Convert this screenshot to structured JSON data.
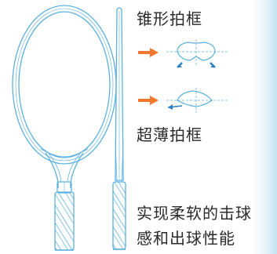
{
  "labels": {
    "tapered_frame": "锥形拍框",
    "thin_frame": "超薄拍框",
    "caption_line1": "实现柔软的击球",
    "caption_line2": "感和出球性能"
  },
  "colors": {
    "line": "#5bb1de",
    "accent_arrow": "#f0772b",
    "dark_arrow": "#2b7fc1",
    "text": "#2a2a2a"
  },
  "icons": [
    "right-arrow-icon",
    "right-arrow-icon"
  ]
}
